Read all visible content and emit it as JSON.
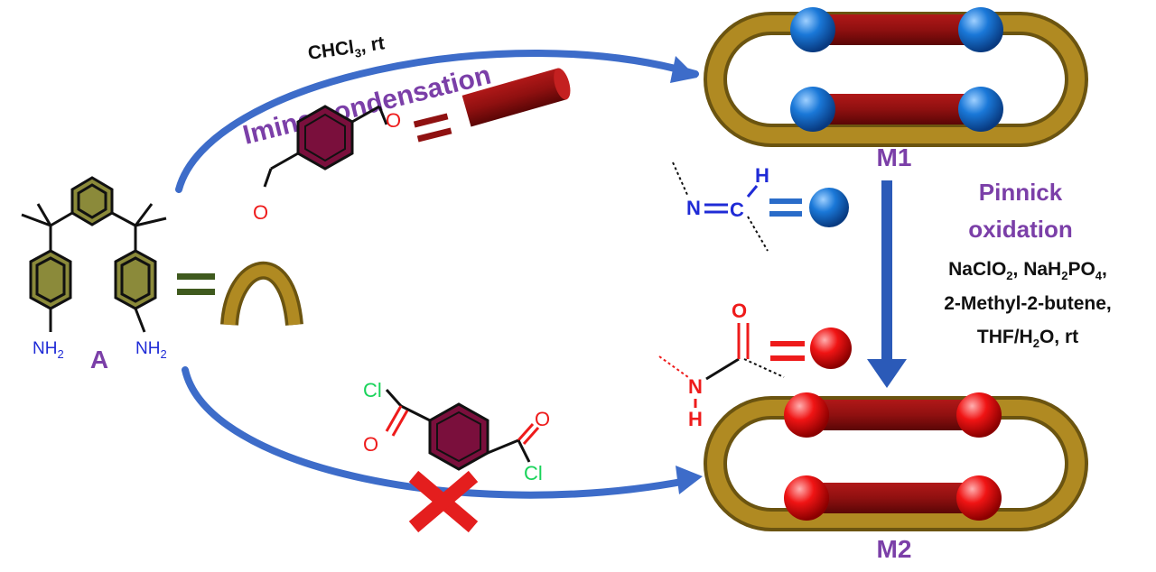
{
  "colors": {
    "amine_blue": "#1f2bd6",
    "oxygen_red": "#ee1b1b",
    "chlorine_green": "#19d35a",
    "dialdehyde_ring": "#7a0f3c",
    "amine_ring": "#8b8a3a",
    "bar_red": "#8f1111",
    "ring_gold": "#9a7a1a",
    "arrow_blue": "#2a5cb8",
    "title_purple": "#7b3fa8"
  },
  "labels": {
    "conditions_top": "CHCl",
    "conditions_top_sub": "3",
    "conditions_top_suffix": ", rt",
    "imine_condensation": "Imine condensation",
    "m1": "M1",
    "m2": "M2",
    "a": "A",
    "nh2": "NH",
    "nh2_sub": "2",
    "pinnick_line1": "Pinnick",
    "pinnick_line2": "oxidation",
    "reagent1_a": "NaClO",
    "reagent1_a_sub": "2",
    "reagent1_b": ", NaH",
    "reagent1_b_sub": "2",
    "reagent1_c": "PO",
    "reagent1_c_sub": "4",
    "reagent1_d": ",",
    "reagent2": "2-Methyl-2-butene,",
    "reagent3_a": "THF/H",
    "reagent3_a_sub": "2",
    "reagent3_b": "O, rt",
    "atom_n": "N",
    "atom_c": "C",
    "atom_h": "H",
    "atom_o": "O",
    "atom_cl": "Cl"
  }
}
